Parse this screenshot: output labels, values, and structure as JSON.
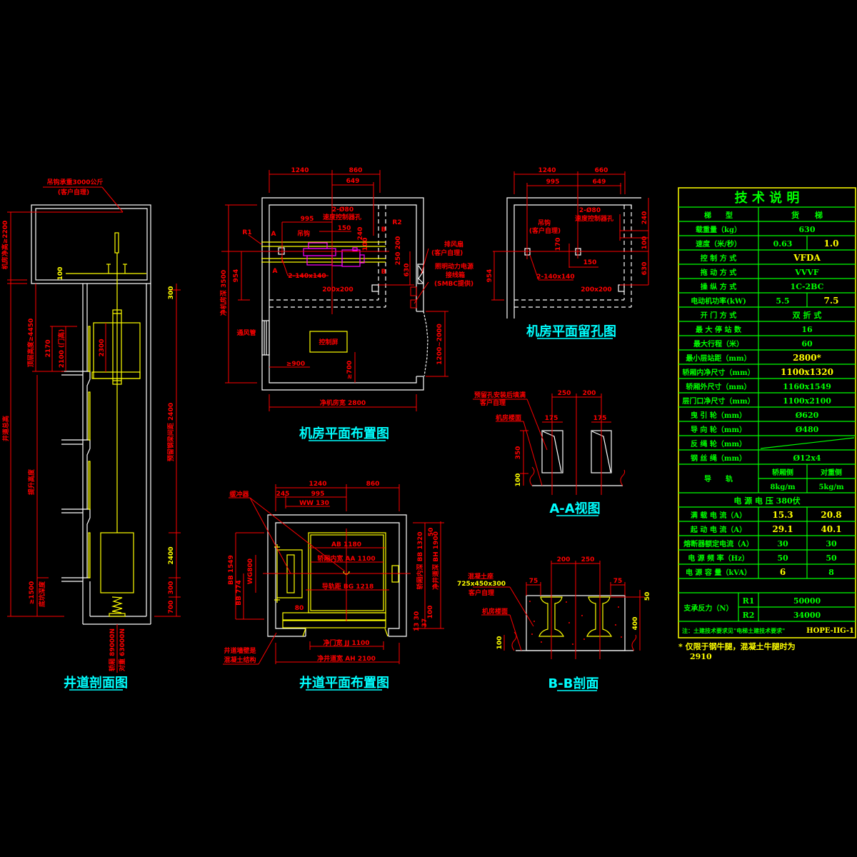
{
  "colors": {
    "background": "#000000",
    "dimension": "#ff0000",
    "wall": "#ffffff",
    "equipment": "#ffff00",
    "machine": "#ff00ff",
    "title": "#00ffff",
    "table": "#00ff00"
  },
  "shaft_section": {
    "title": "井道剖面图",
    "hook_load": "吊钩承重3000公斤",
    "hook_note": "(客户自理)",
    "mr_height": "机房净高≥2200",
    "d100": "100",
    "top_height": "顶层高度≥4450",
    "d2170": "2170",
    "door_height": "2100 (门高)",
    "car_height": "2300",
    "total_height": "井道总高",
    "travel": "提升高度",
    "pit_depth": "≥1500",
    "pit_label": "底坑深度",
    "d300": "300",
    "beam_spacing": "预留钢梁间距 2400",
    "d2400": "2400",
    "d300b": "300",
    "d700": "700",
    "car_load": "轿厢 89000N",
    "cw_load": "对重 63000N"
  },
  "machine_room_plan": {
    "title": "机房平面布置图",
    "d1240": "1240",
    "d860": "860",
    "d649": "649",
    "d995": "995",
    "d150": "150",
    "holes": "2-Ø80",
    "holes_label": "速度控制器孔",
    "r1": "R1",
    "r2": "R2",
    "a1": "A",
    "a2": "A",
    "b1": "B",
    "b2": "B",
    "hook": "吊钩",
    "hole140": "2-140x140",
    "d240": "240",
    "d100": "100",
    "d250": "250",
    "d200": "200",
    "d630": "630",
    "fan": "排风扇",
    "fan_note": "(客户自理)",
    "power": "照明动力电源",
    "power2": "接线箱",
    "power_note": "(SMBC提供)",
    "hole200": "200x200",
    "d954": "954",
    "depth": "净机房深 3500",
    "vent": "通风管",
    "cabinet": "控制屏",
    "d900": "≥900",
    "d700": "≥700",
    "door": "1200~2000",
    "width": "净机房宽 2800"
  },
  "hole_plan": {
    "title": "机房平面留孔图",
    "d1240": "1240",
    "d660": "660",
    "d995": "995",
    "d649": "649",
    "holes": "2-Ø80",
    "holes_label": "速度控制器孔",
    "hook": "吊钩",
    "hook_note": "(客户自理)",
    "d170": "170",
    "d150": "150",
    "hole140": "2-140x140",
    "d240": "240",
    "d100": "100",
    "d630": "630",
    "hole200": "200x200",
    "d954": "954"
  },
  "aa_view": {
    "title": "A-A视图",
    "fill_note": "预留孔安装后填满",
    "client": "客户自理",
    "floor": "机房楼面",
    "d250": "250",
    "d200": "200",
    "d175a": "175",
    "d175b": "175",
    "d350": "350",
    "d100": "100"
  },
  "bb_section": {
    "title": "B-B剖面",
    "block": "混凝土座",
    "block_size": "725x450x300",
    "client": "客户自理",
    "floor": "机房楼面",
    "d200": "200",
    "d250": "250",
    "d75a": "75",
    "d75b": "75",
    "d50": "50",
    "d400": "400",
    "d100": "100"
  },
  "hoistway_plan": {
    "title": "井道平面布置图",
    "d1240": "1240",
    "d860": "860",
    "d245": "245",
    "d995": "995",
    "ww": "WW 130",
    "buffer": "缓冲器",
    "ab": "AB 1180",
    "aa": "轿厢内宽 AA 1100",
    "bg": "导轨距 BG 1218",
    "bb1549": "BB 1549",
    "wg": "WG800",
    "bb774": "BB 774",
    "bb1320": "轿厢内深 BB 1320",
    "bh": "净井道深 BH 1900",
    "d50": "50",
    "d100": "100",
    "d13": "13 30",
    "d37": "37",
    "d80": "80",
    "jj": "净门宽 JJ 1100",
    "ah": "净井道宽 AH 2100",
    "wall": "井道墙壁是",
    "wall2": "混凝土结构"
  },
  "table": {
    "title": "技 术 说 明",
    "rows_top": [
      {
        "label": "梯　　型",
        "values": [
          {
            "v": "货　　梯"
          }
        ]
      },
      {
        "label": "载重量（kg）",
        "values": [
          {
            "v": "630"
          }
        ]
      },
      {
        "label": "速度（米/秒）",
        "values": [
          {
            "v": "0.63"
          },
          {
            "v": "1.0",
            "hl": true
          }
        ]
      },
      {
        "label": "控 制 方 式",
        "values": [
          {
            "v": "VFDA",
            "hl": true
          }
        ]
      },
      {
        "label": "拖 动 方 式",
        "values": [
          {
            "v": "VVVF"
          }
        ]
      },
      {
        "label": "操 纵 方 式",
        "values": [
          {
            "v": "1C-2BC"
          }
        ]
      },
      {
        "label": "电动机功率(kW)",
        "values": [
          {
            "v": "5.5"
          },
          {
            "v": "7.5",
            "hl": true
          }
        ]
      },
      {
        "label": "开 门 方 式",
        "values": [
          {
            "v": "双 折 式"
          }
        ]
      },
      {
        "label": "最 大 停 站 数",
        "values": [
          {
            "v": "16"
          }
        ]
      },
      {
        "label": "最大行程（米）",
        "values": [
          {
            "v": "60"
          }
        ]
      },
      {
        "label": "最小层站距（mm）",
        "values": [
          {
            "v": "2800*",
            "hl": true
          }
        ]
      },
      {
        "label": "轿厢内净尺寸（mm）",
        "values": [
          {
            "v": "1100x1320",
            "hl": true
          }
        ]
      },
      {
        "label": "轿厢外尺寸（mm）",
        "values": [
          {
            "v": "1160x1549"
          }
        ]
      },
      {
        "label": "层门口净尺寸（mm）",
        "values": [
          {
            "v": "1100x2100"
          }
        ]
      },
      {
        "label": "曳 引 轮（mm）",
        "values": [
          {
            "v": "Ø620"
          }
        ]
      },
      {
        "label": "导 向 轮（mm）",
        "values": [
          {
            "v": "Ø480"
          }
        ]
      },
      {
        "label": "反 绳 轮（mm）",
        "values": []
      },
      {
        "label": "钢 丝 绳（mm）",
        "values": [
          {
            "v": "Ø12x4"
          }
        ]
      }
    ],
    "rail": {
      "label": "导　　轨",
      "car_side": "轿厢侧",
      "cw_side": "对重侧",
      "car_rail": "8kg/m",
      "cw_rail": "5kg/m"
    },
    "voltage": "电 源 电 压 380伏",
    "rows_elec": [
      {
        "label": "满 载 电 流（A）",
        "values": [
          {
            "v": "15.3",
            "hl": true
          },
          {
            "v": "20.8",
            "hl": true
          }
        ]
      },
      {
        "label": "起 动 电 流（A）",
        "values": [
          {
            "v": "29.1",
            "hl": true
          },
          {
            "v": "40.1",
            "hl": true
          }
        ]
      },
      {
        "label": "熔断器额定电流（A）",
        "values": [
          {
            "v": "30"
          },
          {
            "v": "30"
          }
        ]
      },
      {
        "label": "电 源 频 率（Hz）",
        "values": [
          {
            "v": "50"
          },
          {
            "v": "50"
          }
        ]
      },
      {
        "label": "电 源 容 量（kVA）",
        "values": [
          {
            "v": "6",
            "hl": true
          },
          {
            "v": "8"
          }
        ]
      }
    ],
    "reaction": {
      "label": "支承反力（N）",
      "r1": "R1",
      "r1_value": "50000",
      "r2": "R2",
      "r2_value": "34000"
    },
    "note": "注：土建技术要求见\"电梯土建技术要求\"",
    "code": "HOPE-IIG-1",
    "footnote1": "*  仅限于钢牛腿，混凝土牛腿时为",
    "footnote2": "2910"
  }
}
